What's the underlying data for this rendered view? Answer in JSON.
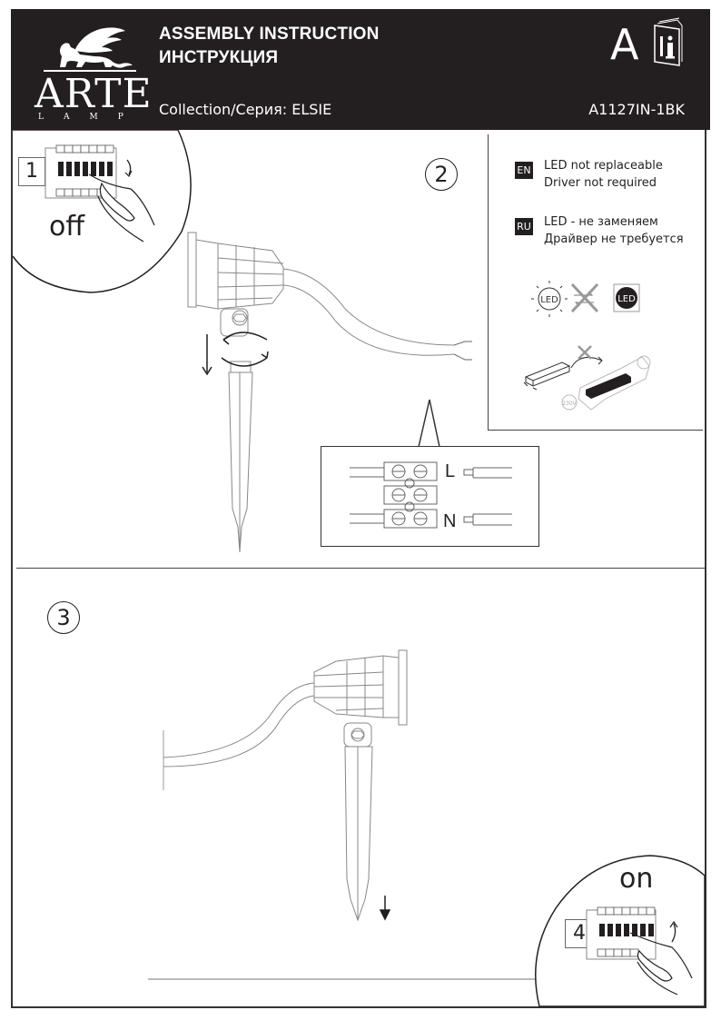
{
  "header": {
    "brand": "ARTE",
    "brand_sub": "LAMP",
    "title_en": "ASSEMBLY INSTRUCTION",
    "title_ru": "ИНСТРУКЦИЯ",
    "collection": "Collection/Серия: ELSIE",
    "model": "A1127IN-1BK",
    "doc_type_letter": "A",
    "info_icon": "manual-info-icon"
  },
  "steps": {
    "step1": {
      "number": "1",
      "label": "off",
      "icon": "breaker-switch-off-icon"
    },
    "step2": {
      "number": "2",
      "icon": "spotlight-assembly-icon"
    },
    "step3": {
      "number": "3",
      "icon": "spotlight-insert-ground-icon"
    },
    "step4": {
      "number": "4",
      "label": "on",
      "icon": "breaker-switch-on-icon"
    }
  },
  "info": {
    "en": {
      "tag": "EN",
      "line1": "LED not replaceable",
      "line2": "Driver not required"
    },
    "ru": {
      "tag": "RU",
      "line1": "LED - не заменяем",
      "line2": "Драйвер не требуется"
    },
    "led_label": "LED",
    "voltage_label": "230V"
  },
  "wiring": {
    "terminal_l": "L",
    "terminal_n": "N"
  },
  "colors": {
    "header_bg": "#231f20",
    "text": "#231f20",
    "line": "#444444"
  }
}
